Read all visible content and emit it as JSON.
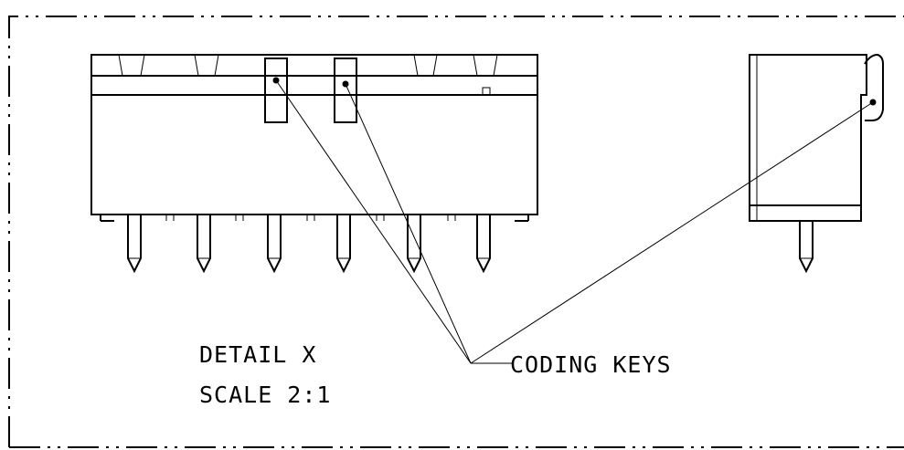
{
  "detail": {
    "title": "DETAIL X",
    "scale": "SCALE 2:1"
  },
  "callout": {
    "label": "CODING KEYS"
  },
  "colors": {
    "line": "#000000",
    "background": "#ffffff"
  }
}
